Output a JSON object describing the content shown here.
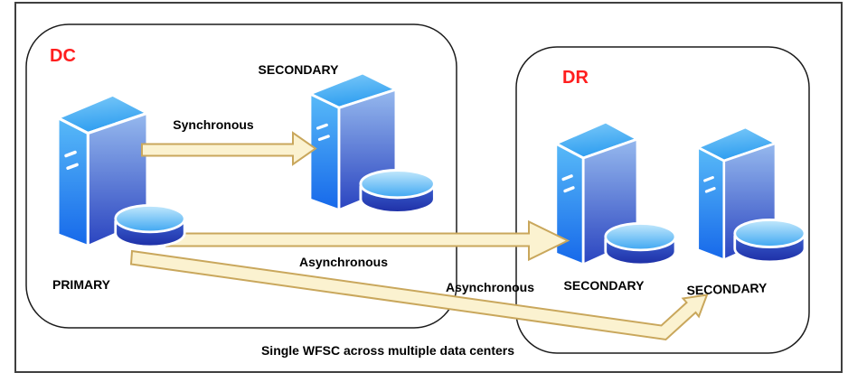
{
  "boxes": {
    "dc": {
      "label": "DC",
      "primary_server": {
        "label": "PRIMARY"
      },
      "secondary_server": {
        "label": "SECONDARY"
      }
    },
    "dr": {
      "label": "DR",
      "secondary_server_1": {
        "label": "SECONDARY"
      },
      "secondary_server_2": {
        "label": "SECONDARY"
      }
    }
  },
  "arrows": {
    "synchronous": {
      "label": "Synchronous"
    },
    "asynchronous": {
      "label": "Asynchronous"
    },
    "asynchronous_multisite": {
      "label": "Asynchronous"
    }
  },
  "caption": {
    "text": "Single WFSC across multiple data centers"
  },
  "icons": {
    "server": "server-tower-icon",
    "database": "database-cylinder-icon"
  },
  "colors": {
    "server_top_light": "#7ecbf9",
    "server_top_dark": "#2f9ef0",
    "server_left_light": "#58baf8",
    "server_left_dark": "#1668ea",
    "server_front_light": "#96b9ee",
    "server_front_dark": "#2a44c0",
    "db_top_light": "#c4e9fc",
    "db_top_dark": "#3fa7f2",
    "db_body_light": "#3a5ece",
    "db_body_dark": "#1e2fa6",
    "server_outline": "#ffffff",
    "arrow_fill": "#fbf2d0",
    "arrow_stroke": "#c9a75c",
    "label_red": "#ff1e1e",
    "text_color": "#000000",
    "border_outer": "#3f3f3f",
    "border_box": "#1c1c1c",
    "background": "#ffffff"
  }
}
